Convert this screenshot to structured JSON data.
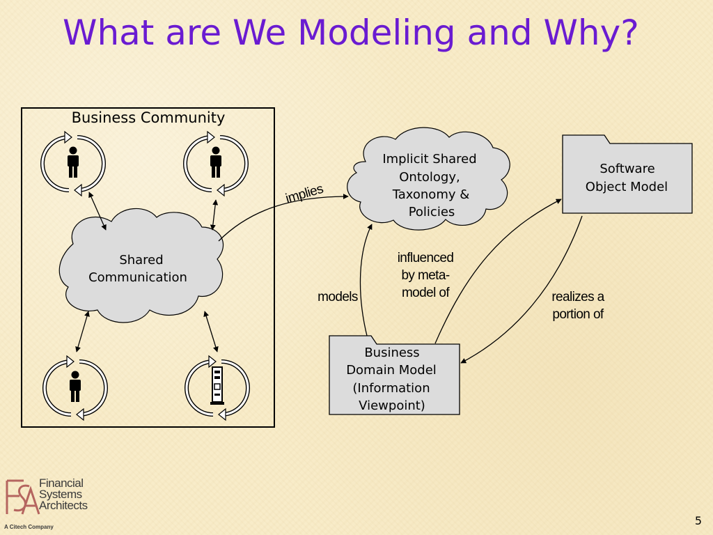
{
  "slide": {
    "title": "What are We Modeling and Why?",
    "page_number": "5"
  },
  "diagram": {
    "community_box": {
      "label": "Business Community"
    },
    "shared_communication": {
      "lines": [
        "Shared",
        "Communication"
      ]
    },
    "ontology_cloud": {
      "lines": [
        "Implicit Shared",
        "Ontology,",
        "Taxonomy &",
        "Policies"
      ]
    },
    "software_model": {
      "lines": [
        "Software",
        "Object Model"
      ]
    },
    "domain_model": {
      "lines": [
        "Business",
        "Domain Model",
        "(Information",
        "Viewpoint)"
      ]
    },
    "edge_labels": {
      "implies": "implies",
      "models": "models",
      "influenced": [
        "influenced",
        "by meta-",
        "model of"
      ],
      "realizes": [
        "realizes a",
        "portion of"
      ]
    },
    "actors": [
      {
        "icon": "person-icon"
      },
      {
        "icon": "person-icon"
      },
      {
        "icon": "person-icon"
      },
      {
        "icon": "computer-icon"
      }
    ]
  },
  "logo": {
    "letters": "FSA",
    "name_lines": [
      "Financial",
      "Systems",
      "Architects"
    ],
    "tagline": "A Citech Company",
    "colors": {
      "accent": "#b5655f",
      "text": "#3a3a3a"
    }
  },
  "colors": {
    "title": "#6a1bd1",
    "background": "#f8ecc9",
    "shape_fill": "#dcdcdc",
    "stroke": "#000000"
  }
}
